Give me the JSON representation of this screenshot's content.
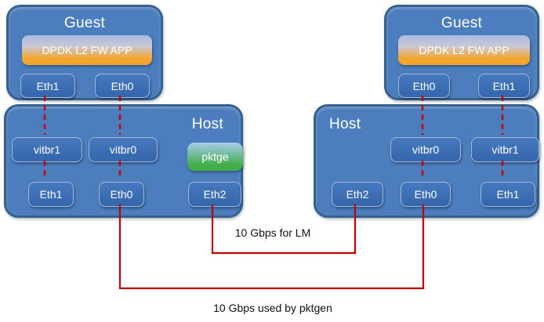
{
  "colors": {
    "box-fill": "#4c7ebd",
    "box-border": "#36618f",
    "node-top": "#4679bd",
    "node-bottom": "#3566ac",
    "node-border": "#9fbbdf",
    "dpdk-top": "#a6bbe3",
    "dpdk-mid": "#ccc8d2",
    "dpdk-bottom": "#f3a62e",
    "pktgen-top": "#a8cbf0",
    "pktgen-bottom": "#42ae49",
    "link-red": "#c00000",
    "label-text": "#111111",
    "box-text": "#ffffff"
  },
  "left": {
    "guest": {
      "title": "Guest",
      "app_label": "DPDK L2 FW APP",
      "ports": [
        "Eth1",
        "Eth0"
      ]
    },
    "host": {
      "title": "Host",
      "bridges": [
        "vitbr1",
        "vitbr0"
      ],
      "pktgen_label": "pktge",
      "ports": [
        "Eth1",
        "Eth0",
        "Eth2"
      ]
    }
  },
  "right": {
    "guest": {
      "title": "Guest",
      "app_label": "DPDK L2 FW APP",
      "ports": [
        "Eth0",
        "Eth1"
      ]
    },
    "host": {
      "title": "Host",
      "bridges": [
        "vitbr0",
        "vitbr1"
      ],
      "ports": [
        "Eth2",
        "Eth0",
        "Eth1"
      ]
    }
  },
  "links": [
    {
      "label": "10 Gbps for LM"
    },
    {
      "label": "10 Gbps used by pktgen"
    }
  ]
}
